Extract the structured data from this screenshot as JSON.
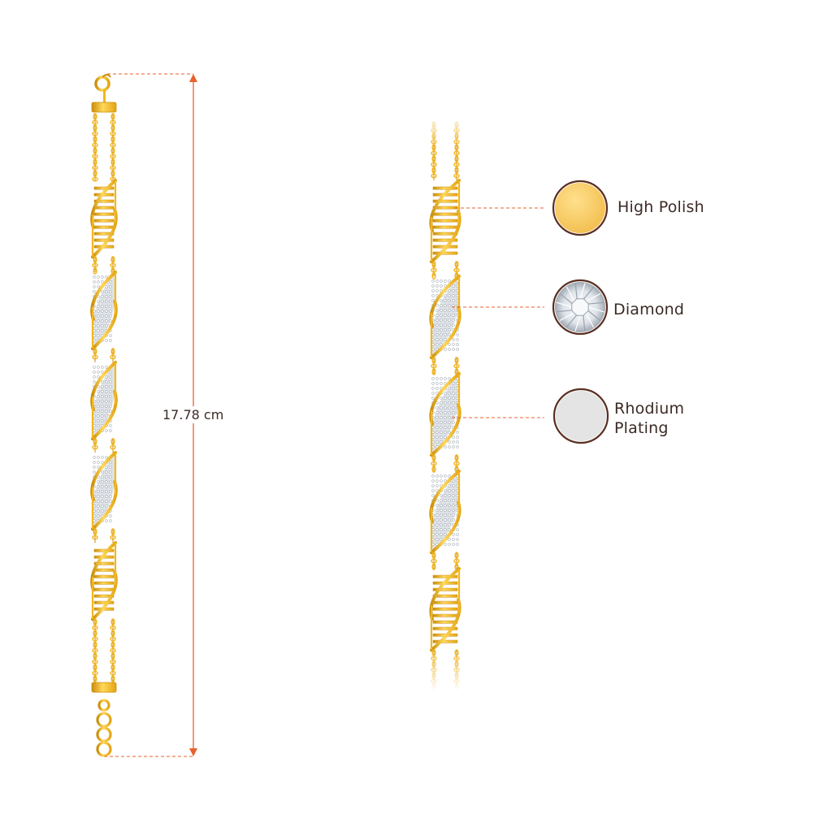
{
  "dimension": {
    "length_label": "17.78 cm"
  },
  "callouts": [
    {
      "id": "polish",
      "label_lines": [
        "High Polish"
      ],
      "swatch_icon": "gold-swatch-icon",
      "swatch_color": "#f6c85f"
    },
    {
      "id": "diamond",
      "label_lines": [
        "Diamond"
      ],
      "swatch_icon": "diamond-swatch-icon",
      "swatch_color": "#e9eef2"
    },
    {
      "id": "rhodium",
      "label_lines": [
        "Rhodium",
        "Plating"
      ],
      "swatch_icon": "rhodium-swatch-icon",
      "swatch_color": "#e4e4e4"
    }
  ],
  "colors": {
    "gold": "#f2b61e",
    "gold_dark": "#c98d0b",
    "gold_light": "#ffd85a",
    "measure_line": "#e8602c",
    "swatch_ring": "#5a2f22",
    "text": "#3b2a26",
    "pave": "#dfe3e8"
  }
}
